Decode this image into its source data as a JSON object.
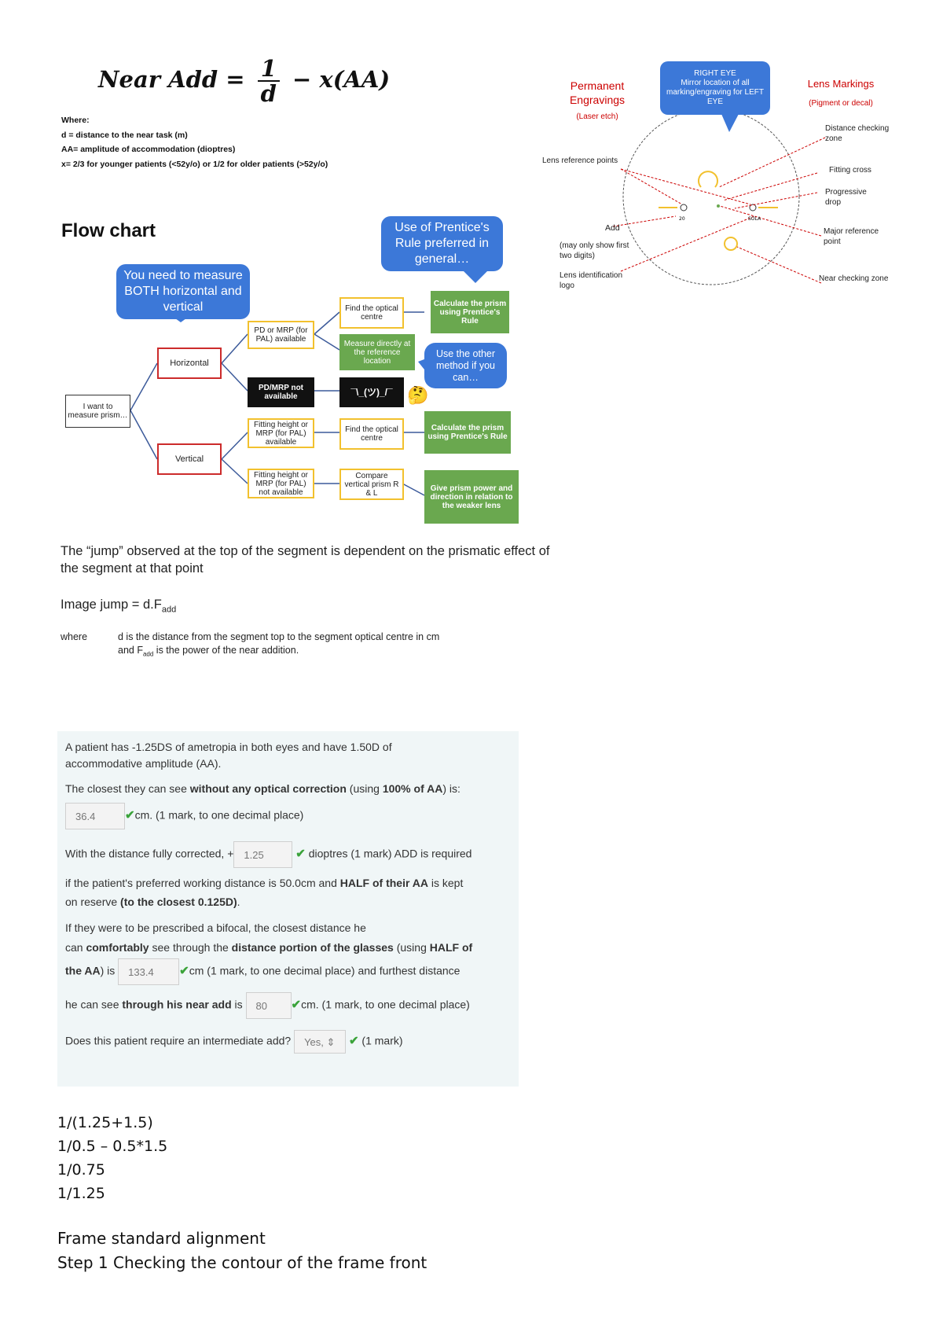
{
  "formula": {
    "lhs": "Near Add",
    "equals": "=",
    "numerator": "1",
    "denominator": "d",
    "rhs": "− x(AA)",
    "where_lines": [
      "Where:",
      "d = distance to the near task (m)",
      "AA= amplitude of accommodation (dioptres)",
      "x= 2/3 for younger patients (<52y/o) or 1/2 for older patients (>52y/o)"
    ]
  },
  "lens_diagram": {
    "permanent_title": "Permanent Engravings",
    "permanent_sub": "(Laser etch)",
    "right_eye_callout": "RIGHT EYE\nMirror location of all marking/engraving for LEFT EYE",
    "lens_markings_title": "Lens Markings",
    "lens_markings_sub": "(Pigment or decal)",
    "labels": {
      "lens_reference_points": "Lens reference points",
      "add": "Add",
      "add_note": "(may only show first two digits)",
      "lens_identification": "Lens identification logo",
      "distance_checking": "Distance checking zone",
      "fitting_cross": "Fitting cross",
      "progressive_drop": "Progressive drop",
      "major_reference": "Major reference point",
      "near_checking": "Near checking zone",
      "small_add": "20",
      "small_logo": "SOLA"
    },
    "colors": {
      "red": "#cc0000",
      "yellow": "#f2c12e",
      "blue": "#3c78d8"
    }
  },
  "flowchart": {
    "title": "Flow chart",
    "callout_prentice": "Use of Prentice's Rule preferred in general…",
    "callout_both": "You need to measure BOTH horizontal and vertical",
    "callout_other": "Use the other method if you can…",
    "start": "I want to measure prism…",
    "horizontal": "Horizontal",
    "vertical": "Vertical",
    "h_pd_available": "PD or MRP (for PAL) available",
    "h_pd_not_available": "PD/MRP not available",
    "h_find_centre": "Find the optical centre",
    "h_calc_prentice": "Calculate the prism using Prentice's Rule",
    "h_measure_direct": "Measure directly at the reference location",
    "h_shrug": "¯\\_(ツ)_/¯",
    "v_fit_available": "Fitting height or MRP (for PAL) available",
    "v_find_centre": "Find the optical centre",
    "v_calc_prentice": "Calculate the prism using Prentice's Rule",
    "v_fit_not_available": "Fitting height or MRP (for PAL) not available",
    "v_compare": "Compare vertical prism R & L",
    "v_give_power": "Give prism power and direction in relation to the weaker lens",
    "colors": {
      "green": "#6aa84f",
      "blue": "#3c78d8",
      "red": "#cc2b2b",
      "yellow": "#f2c12e"
    }
  },
  "jump": {
    "paragraph": "The “jump” observed at the top of the segment is dependent on the prismatic effect of the segment at that point",
    "formula": "Image jump = d.F",
    "formula_sub": "add",
    "where_label": "where",
    "where_line1": "d is the distance from the segment top to the segment optical centre in cm",
    "where_line2a": "and F",
    "where_line2_sub": "add",
    "where_line2b": " is the power of the near addition."
  },
  "quiz": {
    "intro": "A patient has -1.25DS of ametropia in both eyes and have 1.50D of accommodative amplitude (AA).",
    "q1_pre": "The closest they can see ",
    "q1_bold1": "without any optical correction",
    "q1_mid": " (using ",
    "q1_bold2": "100% of AA",
    "q1_post": ") is:",
    "a1": "36.4",
    "a1_suffix": "cm. (1 mark, to one decimal place)",
    "q2_pre": "With the distance fully corrected, +",
    "a2": "1.25",
    "a2_suffix": " dioptres (1 mark) ADD is required",
    "q2_line2_pre": "if the patient's preferred working distance is 50.0cm and ",
    "q2_line2_bold": "HALF of their AA",
    "q2_line2_post": " is kept",
    "q2_line3_pre": "on reserve ",
    "q2_line3_bold": "(to the closest 0.125D)",
    "q2_line3_post": ".",
    "q3_line1": "If they were to be prescribed a bifocal, the closest distance he",
    "q3_line2_pre": "can ",
    "q3_line2_bold1": "comfortably",
    "q3_line2_mid": " see through the ",
    "q3_line2_bold2": "distance portion of the glasses",
    "q3_line2_post": " (using ",
    "q3_line2_bold3": "HALF of",
    "q3_line3_bold": "the AA",
    "q3_line3_post": ") is",
    "a3": "133.4",
    "a3_suffix": "cm (1 mark, to one decimal place) and furthest distance",
    "q4_pre": "he can see ",
    "q4_bold": "through his near add",
    "q4_post": " is",
    "a4": "80",
    "a4_suffix": "cm. (1 mark, to one decimal place)",
    "q5": "Does this patient require an intermediate add?",
    "a5": "Yes,",
    "a5_suffix": " (1 mark)",
    "check_mark": "✔"
  },
  "calculations": [
    "1/(1.25+1.5)",
    "1/0.5 – 0.5*1.5",
    "1/0.75",
    "1/1.25"
  ],
  "footer": {
    "heading": "Frame standard alignment",
    "step": "Step 1 Checking the contour of the frame front"
  }
}
